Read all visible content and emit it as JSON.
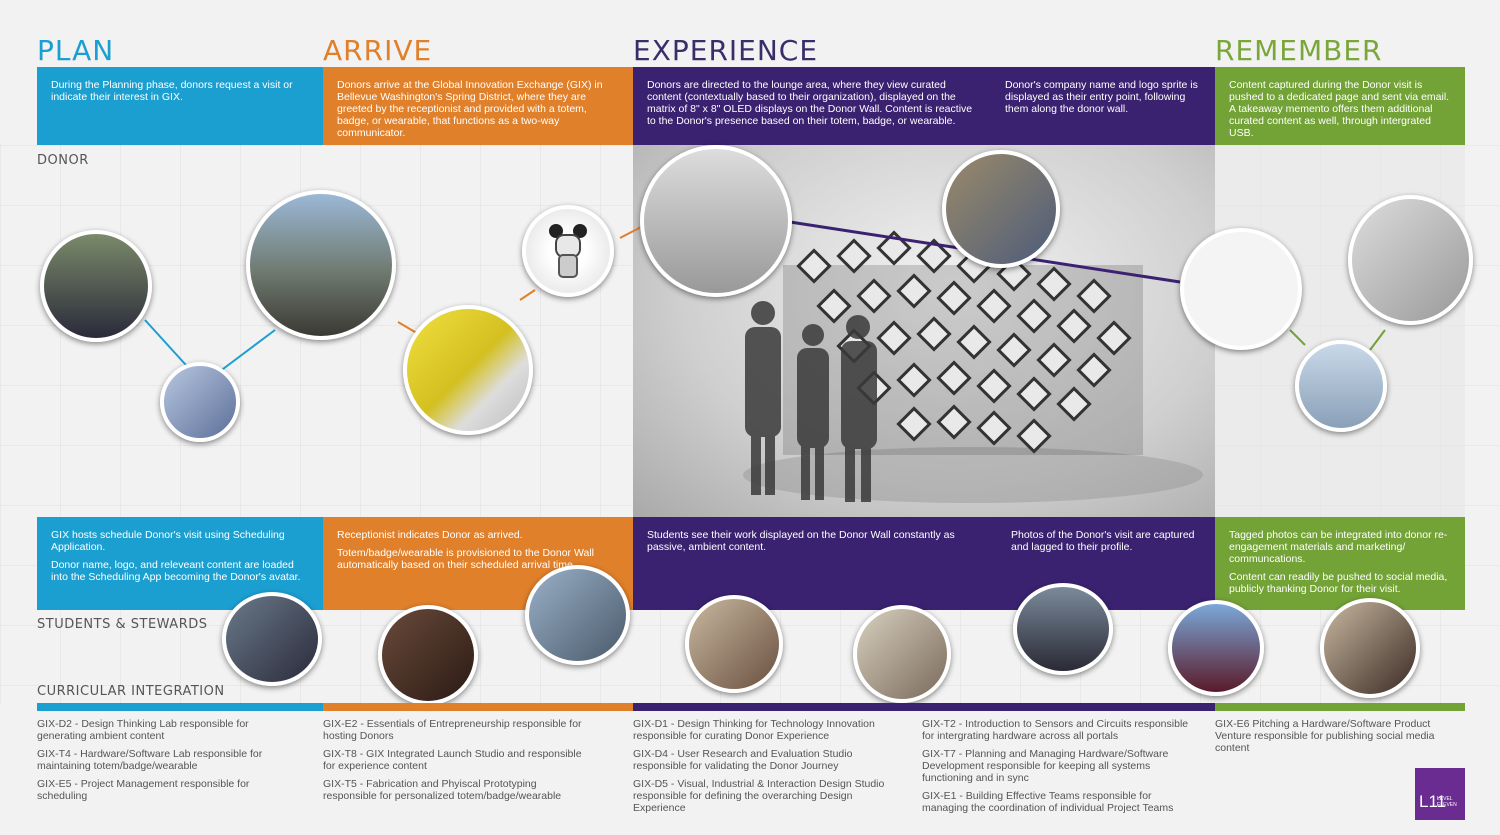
{
  "phases": [
    {
      "title": "PLAN",
      "color": "#1a9fd0"
    },
    {
      "title": "ARRIVE",
      "color": "#e0802a"
    },
    {
      "title": "EXPERIENCE",
      "color": "#3a2d6a"
    },
    {
      "title": "REMEMBER",
      "color": "#7aa63a"
    }
  ],
  "colors": {
    "plan": "#1a9fd0",
    "arrive": "#e0802a",
    "experience": "#3a2270",
    "remember": "#73a237"
  },
  "donor": {
    "plan": "During the Planning phase, donors request a visit or indicate their interest in GIX.",
    "arrive": "Donors arrive at the Global Innovation Exchange (GIX) in Bellevue Washington's Spring District, where they are greeted by the receptionist and provided with a totem, badge, or wearable, that functions as a two-way communicator.",
    "experience_a": "Donors are directed to the lounge area, where they view curated content (contextually based to their organization), displayed on the matrix of 8\" x 8\" OLED displays on the Donor Wall. Content is reactive to the Donor's presence based on their totem, badge, or wearable.",
    "experience_b": "Donor's company name and logo sprite is displayed as their entry point, following them along the donor wall.",
    "remember": "Content captured during the Donor visit is pushed to a dedicated page and sent via email. A takeaway memento offers them additional curated content as well, through intergrated USB."
  },
  "row_labels": {
    "donor": "DONOR",
    "students": "STUDENTS & STEWARDS",
    "curricular": "CURRICULAR INTEGRATION"
  },
  "students": {
    "plan_1": "GIX hosts schedule Donor's visit using Scheduling Application.",
    "plan_2": "Donor name, logo, and releveant content are loaded into the Scheduling App becoming the Donor's avatar.",
    "arrive_1": "Receptionist indicates Donor as arrived.",
    "arrive_2": "Totem/badge/wearable is provisioned to the Donor Wall automatically based on their scheduled arrival time.",
    "experience_a": "Students see their work displayed on the Donor Wall constantly as passive, ambient content.",
    "experience_b": "Photos of the Donor's visit are captured and lagged to their profile.",
    "remember_1": "Tagged photos can be integrated into donor re-engagement materials and marketing/ communcations.",
    "remember_2": "Content can readily be pushed to social media, publicly thanking Donor for their visit."
  },
  "curricular": {
    "col1": [
      "GIX-D2 - Design Thinking Lab responsible for generating ambient content",
      "GIX-T4 - Hardware/Software Lab responsible for maintaining totem/badge/wearable",
      "GIX-E5 - Project Management responsible for scheduling"
    ],
    "col2": [
      "GIX-E2 - Essentials of Entrepreneurship responsible for hosting Donors",
      "GIX-T8 - GIX Integrated Launch Studio and responsible for experience content",
      "GIX-T5 - Fabrication and Phyiscal Prototyping responsible for personalized totem/badge/wearable"
    ],
    "col3": [
      "GIX-D1 - Design Thinking for Technology Innovation responsible for curating Donor Experience",
      "GIX-D4 - User Research and Evaluation Studio responsible for validating the Donor Journey",
      "GIX-D5 - Visual, Industrial & Interaction Design Studio responsible for defining the overarching Design Experience"
    ],
    "col4": [
      "GIX-T2 - Introduction to Sensors and Circuits responsible for intergrating hardware across all portals",
      "GIX-T7 - Planning and Managing Hardware/Software Development responsible for keeping all systems functioning and in sync",
      "GIX-E1 - Building Effective Teams responsible for managing the coordination of individual Project Teams"
    ],
    "col5": [
      "GIX-E6 Pitching a Hardware/Software Product Venture responsible for publishing social media content"
    ]
  },
  "logo": {
    "mark": "L11",
    "line1": "LEVEL",
    "line2": "ELEVEN"
  }
}
